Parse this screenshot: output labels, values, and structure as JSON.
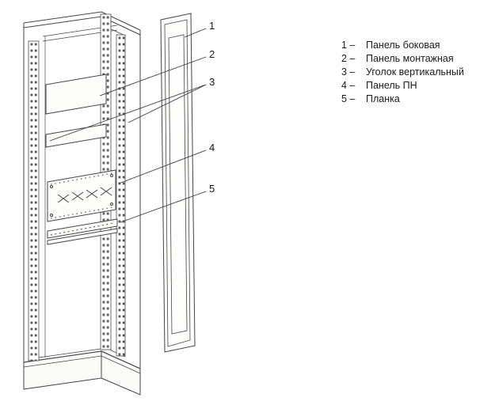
{
  "callouts": [
    "1",
    "2",
    "3",
    "4",
    "5"
  ],
  "legend": {
    "items": [
      {
        "num": "1 –",
        "label": "Панель боковая"
      },
      {
        "num": "2 –",
        "label": "Панель монтажная"
      },
      {
        "num": "3 –",
        "label": "Уголок вертикальный"
      },
      {
        "num": "4 –",
        "label": "Панель ПН"
      },
      {
        "num": "5 –",
        "label": "Планка"
      }
    ]
  },
  "colors": {
    "line": "#454545",
    "text": "#1a1a1a",
    "background": "#ffffff"
  }
}
